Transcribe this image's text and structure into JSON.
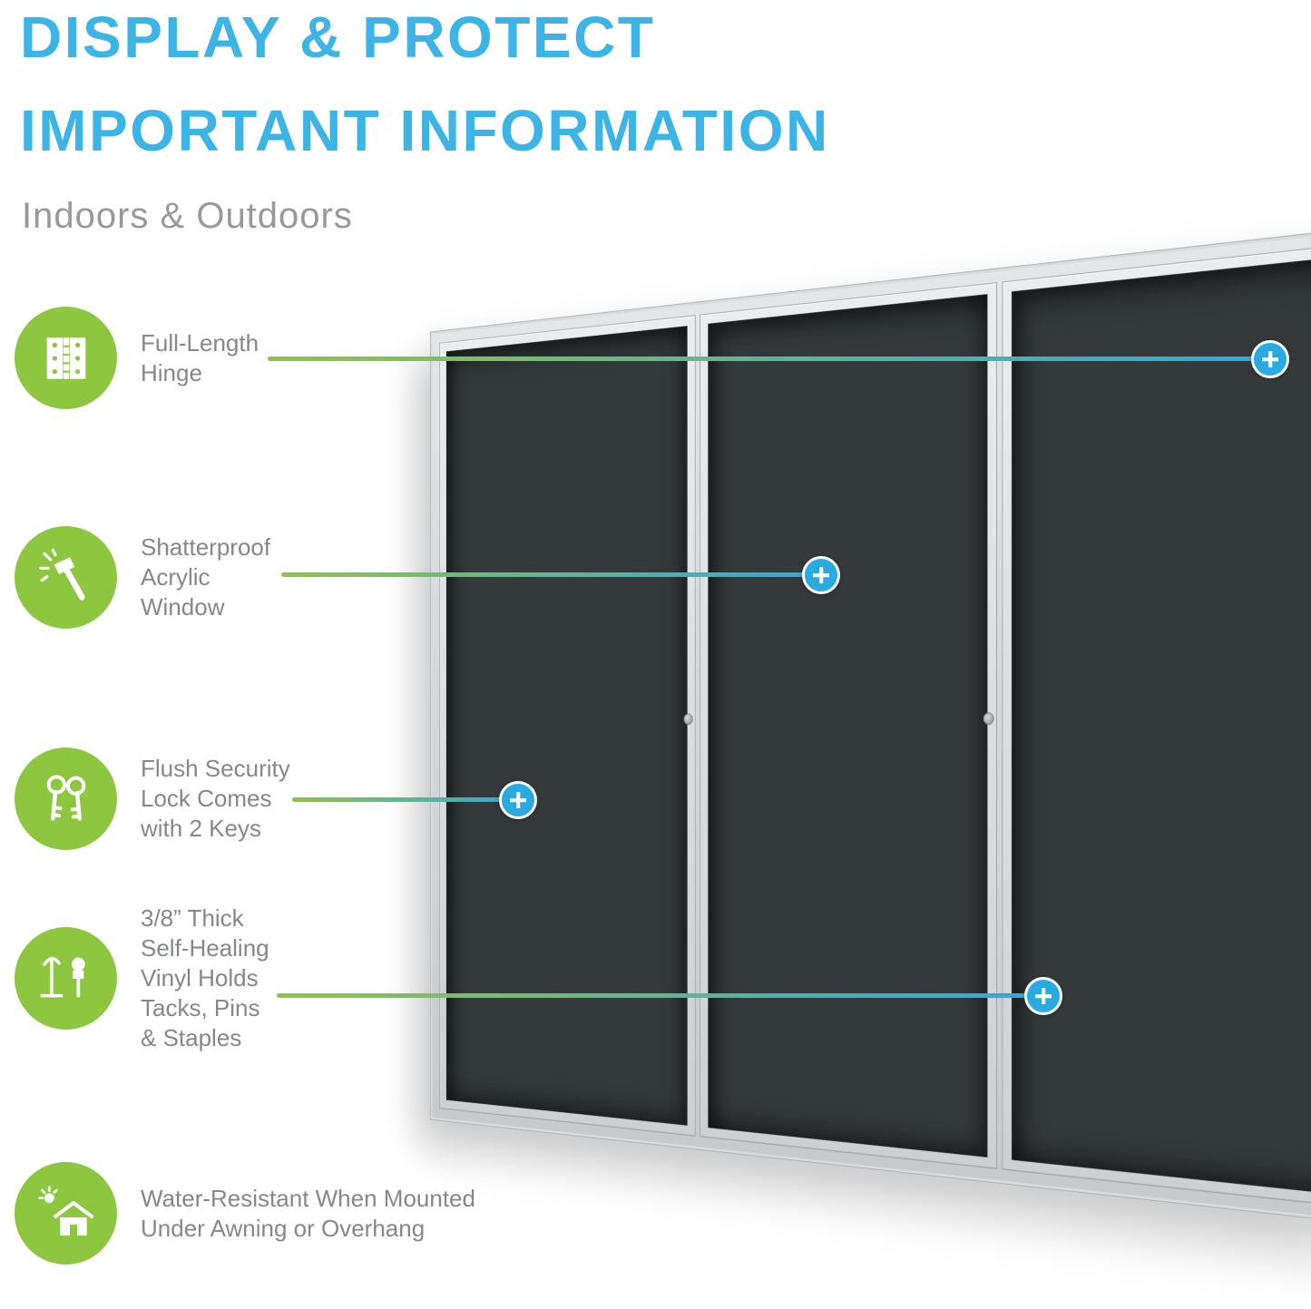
{
  "header": {
    "title_line1": "DISPLAY & PROTECT",
    "title_line2": "IMPORTANT INFORMATION",
    "subtitle": "Indoors & Outdoors"
  },
  "colors": {
    "accent_blue": "#3CB4E5",
    "accent_green": "#8DC63F",
    "callout_cyan": "#29ABE2",
    "label_gray": "#85878A",
    "frame_silver": "#CDD1D3",
    "panel_dark": "#343A3C"
  },
  "features": [
    {
      "icon": "hinge-icon",
      "label": "Full-Length\nHinge"
    },
    {
      "icon": "shatterproof-hammer-icon",
      "label": "Shatterproof\nAcrylic\nWindow"
    },
    {
      "icon": "keys-icon",
      "label": "Flush Security\nLock Comes\nwith 2 Keys"
    },
    {
      "icon": "pins-icon",
      "label": "3/8” Thick\nSelf-Healing\nVinyl Holds\nTacks, Pins\n& Staples"
    },
    {
      "icon": "house-awning-icon",
      "label": "Water-Resistant When Mounted\nUnder Awning or Overhang"
    }
  ],
  "board": {
    "door_count": "3"
  }
}
